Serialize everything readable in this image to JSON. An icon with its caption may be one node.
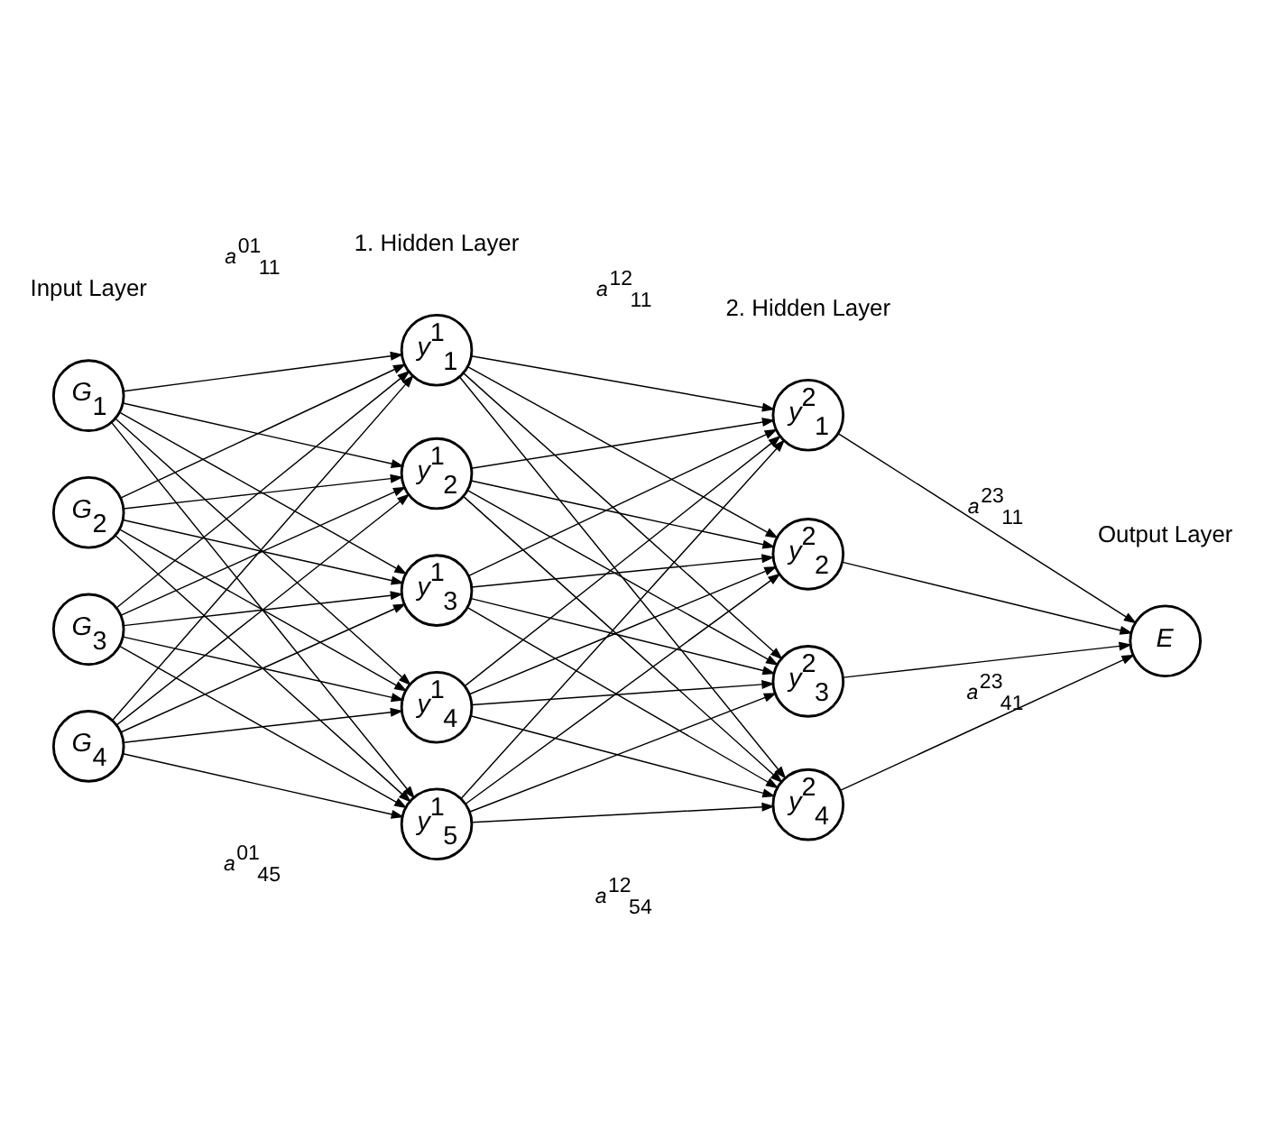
{
  "diagram": {
    "nodes": [
      {
        "text": [
          "*G*$_{1}$"
        ]
      },
      {
        "text": [
          "*G*$_{2}$"
        ]
      },
      {
        "text": [
          "*G*$_{3}$"
        ]
      },
      {
        "text": [
          "*G*$_{4}$"
        ]
      },
      {
        "text": [
          "*y*$^{1}$$_{1}$"
        ]
      },
      {
        "text": [
          "*y*$^{1}$$_{2}$"
        ]
      },
      {
        "text": [
          "*y*$^{1}$$_{3}$"
        ]
      },
      {
        "text": [
          "*y*$^{1}$$_{4}$"
        ]
      },
      {
        "text": [
          "*y*$^{1}$$_{5}$"
        ]
      },
      {
        "text": [
          "*y*$^{2}$$_{1}$"
        ]
      },
      {
        "text": [
          "*y*$^{2}$$_{2}$"
        ]
      },
      {
        "text": [
          "*y*$^{2}$$_{3}$"
        ]
      },
      {
        "text": [
          "*y*$^{2}$$_{4}$"
        ]
      },
      {
        "text": [
          "*E*"
        ]
      }
    ],
    "edges": [
      {
        "from": 0,
        "to": 4,
        "arrow": "to",
        "label": "*a*$^{01}$$_{11}$"
      },
      {
        "from": 0,
        "to": 5,
        "arrow": "to"
      },
      {
        "from": 0,
        "to": 6,
        "arrow": "to"
      },
      {
        "from": 0,
        "to": 7,
        "arrow": "to"
      },
      {
        "from": 0,
        "to": 8,
        "arrow": "to"
      },
      {
        "from": 1,
        "to": 4,
        "arrow": "to"
      },
      {
        "from": 1,
        "to": 5,
        "arrow": "to"
      },
      {
        "from": 1,
        "to": 6,
        "arrow": "to"
      },
      {
        "from": 1,
        "to": 7,
        "arrow": "to"
      },
      {
        "from": 1,
        "to": 8,
        "arrow": "to"
      },
      {
        "from": 2,
        "to": 4,
        "arrow": "to"
      },
      {
        "from": 2,
        "to": 5,
        "arrow": "to"
      },
      {
        "from": 2,
        "to": 6,
        "arrow": "to"
      },
      {
        "from": 2,
        "to": 7,
        "arrow": "to"
      },
      {
        "from": 2,
        "to": 8,
        "arrow": "to"
      },
      {
        "from": 3,
        "to": 4,
        "arrow": "to"
      },
      {
        "from": 3,
        "to": 5,
        "arrow": "to"
      },
      {
        "from": 3,
        "to": 6,
        "arrow": "to"
      },
      {
        "from": 3,
        "to": 7,
        "arrow": "to"
      },
      {
        "from": 3,
        "to": 8,
        "arrow": "to",
        "label": "*a*$^{01}$$_{45}$"
      },
      {
        "from": 4,
        "to": 9,
        "arrow": "to",
        "label": "*a*$^{12}$$_{11}$"
      },
      {
        "from": 4,
        "to": 10,
        "arrow": "to"
      },
      {
        "from": 4,
        "to": 11,
        "arrow": "to"
      },
      {
        "from": 4,
        "to": 12,
        "arrow": "to"
      },
      {
        "from": 5,
        "to": 9,
        "arrow": "to"
      },
      {
        "from": 5,
        "to": 10,
        "arrow": "to"
      },
      {
        "from": 5,
        "to": 11,
        "arrow": "to"
      },
      {
        "from": 5,
        "to": 12,
        "arrow": "to"
      },
      {
        "from": 6,
        "to": 9,
        "arrow": "to"
      },
      {
        "from": 6,
        "to": 10,
        "arrow": "to"
      },
      {
        "from": 6,
        "to": 11,
        "arrow": "to"
      },
      {
        "from": 6,
        "to": 12,
        "arrow": "to"
      },
      {
        "from": 7,
        "to": 9,
        "arrow": "to"
      },
      {
        "from": 7,
        "to": 10,
        "arrow": "to"
      },
      {
        "from": 7,
        "to": 11,
        "arrow": "to"
      },
      {
        "from": 7,
        "to": 12,
        "arrow": "to"
      },
      {
        "from": 8,
        "to": 9,
        "arrow": "to"
      },
      {
        "from": 8,
        "to": 10,
        "arrow": "to"
      },
      {
        "from": 8,
        "to": 11,
        "arrow": "to"
      },
      {
        "from": 8,
        "to": 12,
        "arrow": "to",
        "label": "*a*$^{12}$$_{54}$"
      },
      {
        "from": 9,
        "to": 13,
        "arrow": "to",
        "label": "*a*$^{23}$$_{11}$"
      },
      {
        "from": 10,
        "to": 13,
        "arrow": "to"
      },
      {
        "from": 11,
        "to": 13,
        "arrow": "to"
      },
      {
        "from": 12,
        "to": 13,
        "arrow": "to",
        "label": "*a*$^{23}$$_{41}$"
      }
    ],
    "labels": [
      "Input Layer",
      "1. Hidden Layer",
      "2. Hidden Layer",
      "Output Layer"
    ]
  }
}
